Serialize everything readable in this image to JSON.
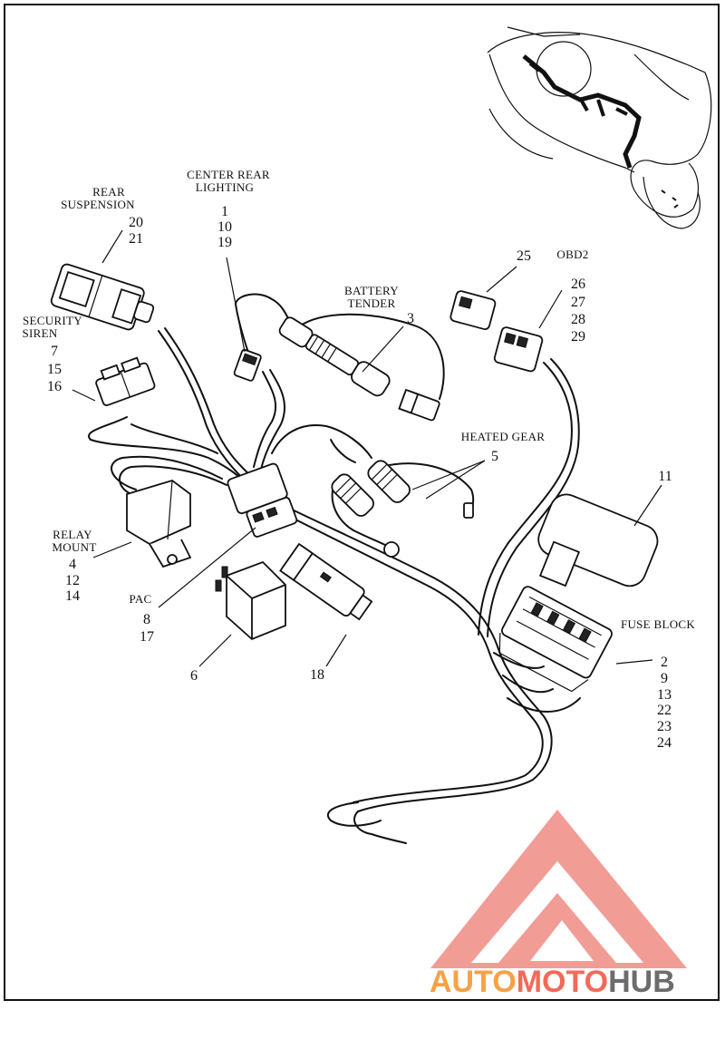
{
  "labels": {
    "rear_suspension": [
      "REAR",
      "SUSPENSION"
    ],
    "rear_suspension_nums": [
      "20",
      "21"
    ],
    "center_rear_lighting": [
      "CENTER REAR",
      "LIGHTING"
    ],
    "center_rear_lighting_nums": [
      "1",
      "10",
      "19"
    ],
    "battery_tender": [
      "BATTERY",
      "TENDER"
    ],
    "battery_tender_nums": [
      "3"
    ],
    "security_siren": [
      "SECURITY",
      "SIREN"
    ],
    "security_siren_nums": [
      "7",
      "15",
      "16"
    ],
    "obd2": "OBD2",
    "obd2_num_25": "25",
    "obd2_nums": [
      "26",
      "27",
      "28",
      "29"
    ],
    "heated_gear": "HEATED GEAR",
    "heated_gear_nums": [
      "5"
    ],
    "fuse_cover_num": "11",
    "relay_mount": [
      "RELAY",
      "MOUNT"
    ],
    "relay_mount_nums": [
      "4",
      "12",
      "14"
    ],
    "pac": "PAC",
    "pac_nums": [
      "8",
      "17"
    ],
    "relay_num": "6",
    "connector_num": "18",
    "fuse_block": "FUSE BLOCK",
    "fuse_block_nums": [
      "2",
      "9",
      "13",
      "22",
      "23",
      "24"
    ]
  },
  "watermark": {
    "part1": "AUTO",
    "part2": "MOTO",
    "part3": "HUB",
    "colors": {
      "auto": "#f7a145",
      "moto": "#f26a5a",
      "hub": "#6c6c6c",
      "triangle": "#f08b84"
    }
  }
}
